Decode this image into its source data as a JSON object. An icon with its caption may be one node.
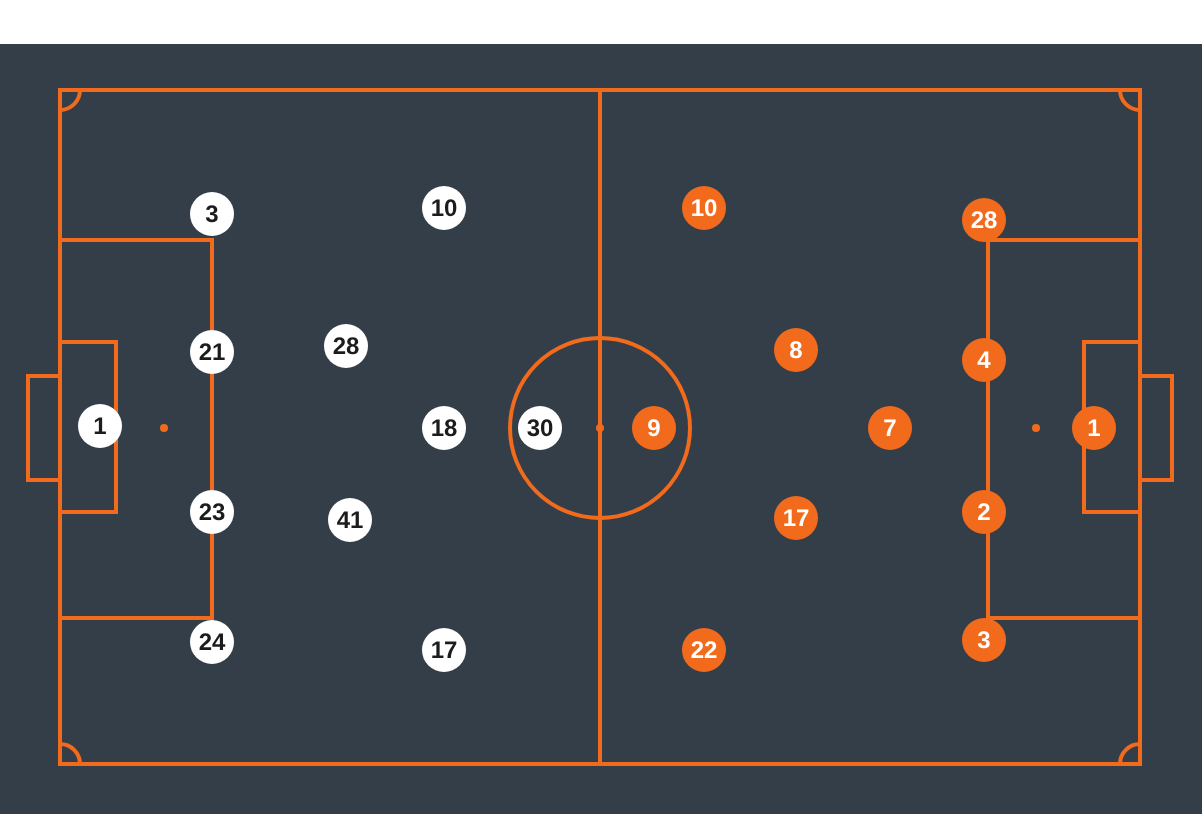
{
  "diagram": {
    "nodes": [
      {
        "text": [
          "1"
        ]
      },
      {
        "text": [
          "3"
        ]
      },
      {
        "text": [
          "21"
        ]
      },
      {
        "text": [
          "23"
        ]
      },
      {
        "text": [
          "24"
        ]
      },
      {
        "text": [
          "10"
        ]
      },
      {
        "text": [
          "28"
        ]
      },
      {
        "text": [
          "18"
        ]
      },
      {
        "text": [
          "41"
        ]
      },
      {
        "text": [
          "17"
        ]
      },
      {
        "text": [
          "30"
        ]
      },
      {
        "text": [
          "10"
        ]
      },
      {
        "text": [
          "8"
        ]
      },
      {
        "text": [
          "9"
        ]
      },
      {
        "text": [
          "17"
        ]
      },
      {
        "text": [
          "22"
        ]
      },
      {
        "text": [
          "7"
        ]
      },
      {
        "text": [
          "28"
        ]
      },
      {
        "text": [
          "4"
        ]
      },
      {
        "text": [
          "2"
        ]
      },
      {
        "text": [
          "3"
        ]
      },
      {
        "text": [
          "1"
        ]
      }
    ]
  }
}
